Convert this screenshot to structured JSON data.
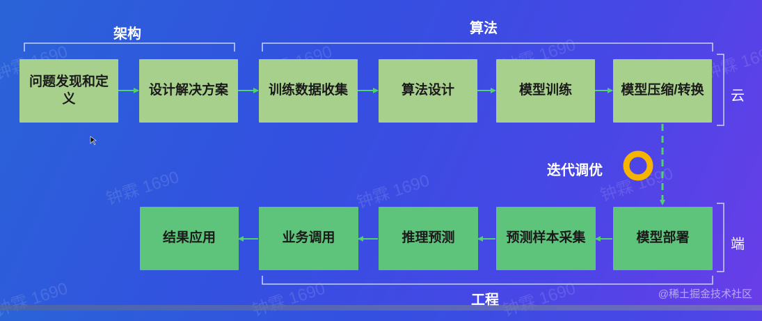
{
  "sections": {
    "architecture": "架构",
    "algorithm": "算法",
    "engineering": "工程",
    "cloud": "云",
    "edge": "端"
  },
  "top_row": [
    "问题发现和定义",
    "设计解决方案",
    "训练数据收集",
    "算法设计",
    "模型训练",
    "模型压缩/转换"
  ],
  "bottom_row": [
    "结果应用",
    "业务调用",
    "推理预测",
    "预测样本采集",
    "模型部署"
  ],
  "loop_label": "迭代调优",
  "watermark": "钟霖 1690",
  "credit": "@稀土掘金技术社区",
  "colors": {
    "top_box": "#a8d08d",
    "bottom_box": "#5ec47b",
    "arrow": "#4fd36a",
    "loop_ring": "#f5b400"
  }
}
